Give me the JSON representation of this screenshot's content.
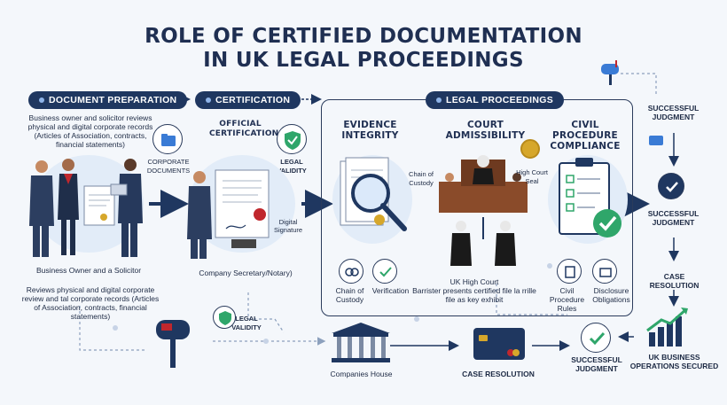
{
  "title": {
    "line1": "ROLE OF CERTIFIED DOCUMENTATION",
    "line2": "IN UK LEGAL PROCEEDINGS"
  },
  "sections": {
    "document_preparation": {
      "label": "DOCUMENT PREPARATION",
      "description": "Business owner and solicitor reviews physical and digital corporate records (Articles of Association, contracts, financial statements)",
      "corporate_documents": "CORPORATE DOCUMENTS",
      "people_caption": "Business Owner and a Solicitor",
      "people_description": "Reviews physical and digital corporate review and tal corporate records (Articles of Association, contracts, financial statements)"
    },
    "certification": {
      "label": "CERTIFICATION",
      "official": "OFFICIAL CERTIFICATION",
      "legal_validity": "LEGAL VALIDITY",
      "digital_signature": "Digital Signature",
      "secretary_caption": "Company Secretary/Notary)"
    },
    "legal_proceedings": {
      "label": "LEGAL PROCEEDINGS",
      "evidence_integrity": "EVIDENCE INTEGRITY",
      "chain_of_custody_top": "Chain of Custody",
      "chain_of_custody_bottom": "Chain of Custody",
      "verification": "Verification",
      "court_admissibility": "COURT ADMISSIBILITY",
      "high_court_seal": "High Court Seal",
      "uk_high_court": "UK High Court",
      "barrister_caption": "Barrister presents certified file la rrille file as key exhibit",
      "civil_procedure": "CIVIL PROCEDURE COMPLIANCE",
      "civil_procedure_rules": "Civil Procedure Rules",
      "disclosure_obligations": "Disclosure Obligations"
    },
    "right_column": {
      "successful_judgment_top": "SUCCESSFUL JUDGMENT",
      "successful_judgment_mid": "SUCCESSFUL JUDGMENT",
      "case_resolution": "CASE RESOLUTION",
      "uk_business": "UK BUSINESS OPERATIONS SECURED"
    },
    "bottom_row": {
      "legal_validity": "LEGAL VALIDITY",
      "companies_house": "Companies House",
      "case_resolution": "CASE RESOLUTION",
      "successful_judgment": "SUCCESSFUL JUDGMENT"
    }
  },
  "colors": {
    "navy": "#1f3760",
    "accent_blue": "#3a7bd5",
    "check_green": "#2fa66a",
    "seal_red": "#c0272d",
    "gold": "#d6a72b",
    "background": "#f4f7fb"
  }
}
